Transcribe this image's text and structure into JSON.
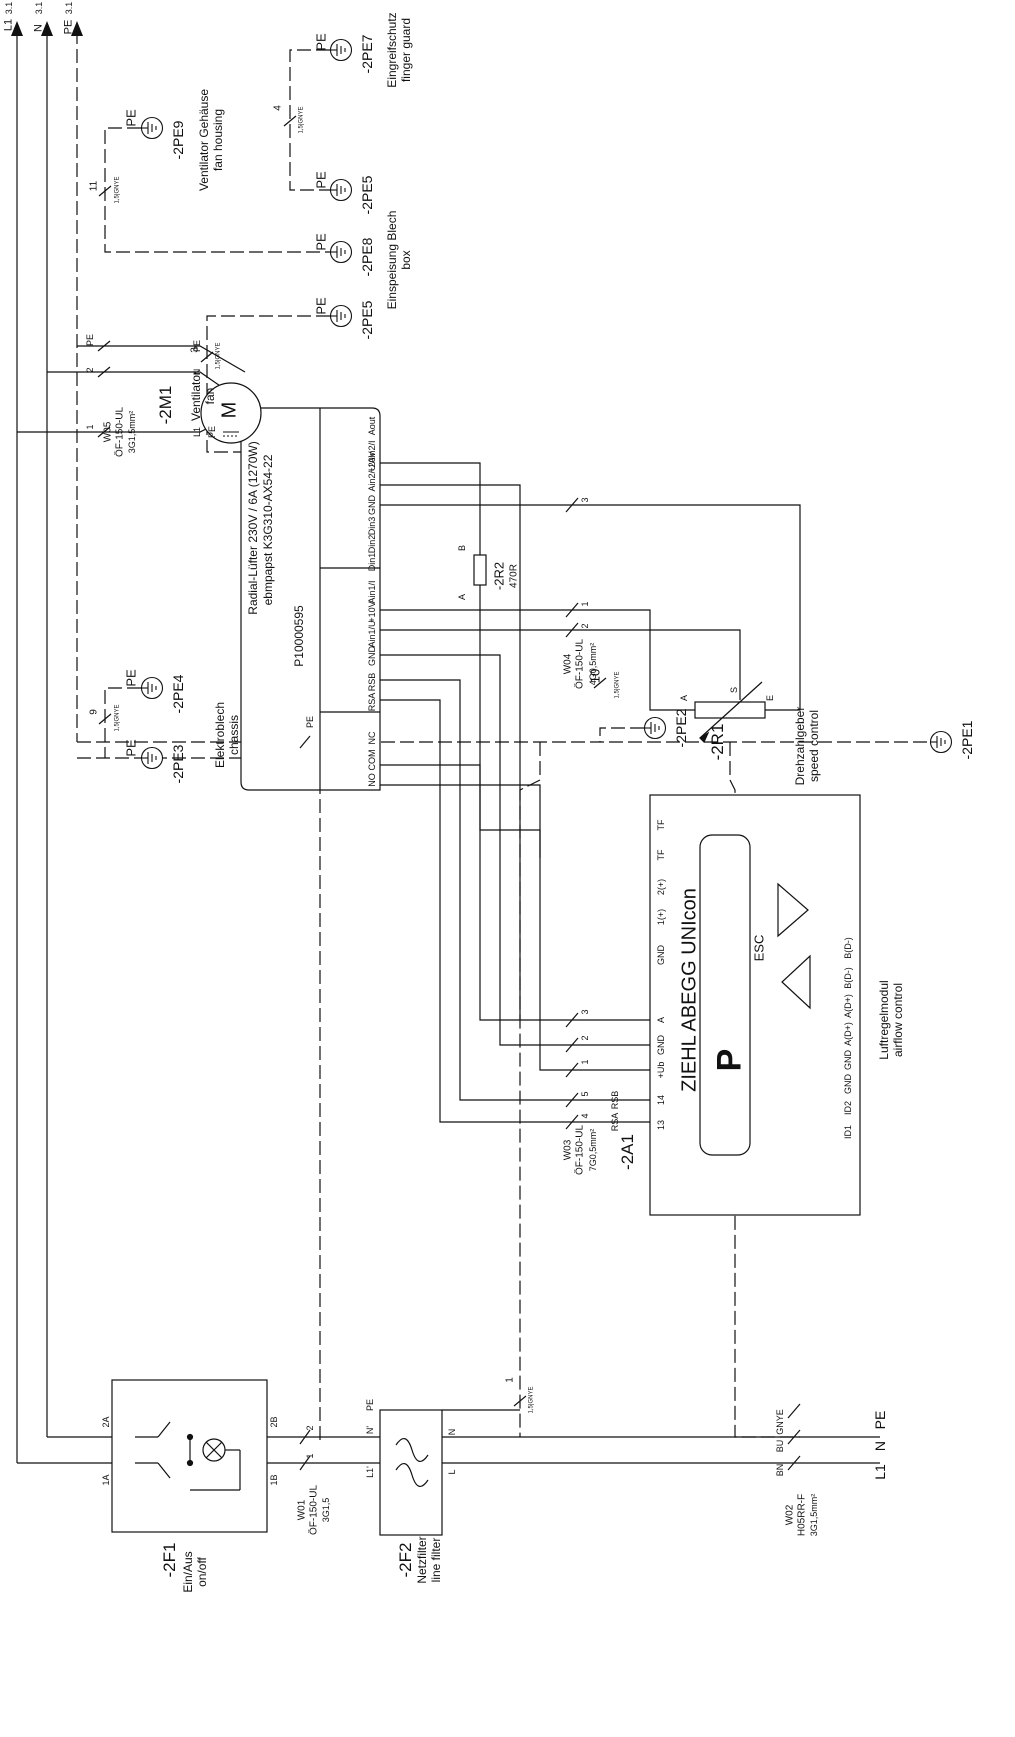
{
  "arrows": [
    {
      "name": "L1",
      "ref": "3.1"
    },
    {
      "name": "N",
      "ref": "3.1"
    },
    {
      "name": "PE",
      "ref": "3.1"
    }
  ],
  "earth": {
    "pe9": {
      "pe": "PE",
      "id": "-2PE9",
      "label_de": "Ventilator Gehäuse",
      "label_en": "fan housing"
    },
    "pe7": {
      "pe": "PE",
      "id": "-2PE7",
      "label_de": "Eingreifschutz",
      "label_en": "finger guard"
    },
    "pe5a": {
      "pe": "PE",
      "id": "-2PE5"
    },
    "pe8": {
      "pe": "PE",
      "id": "-2PE8",
      "label_de": "Einspeisung Blech",
      "label_en": "box"
    },
    "pe5b": {
      "pe": "PE",
      "id": "-2PE5"
    },
    "pe4": {
      "pe": "PE",
      "id": "-2PE4"
    },
    "pe3": {
      "pe": "PE",
      "id": "-2PE3",
      "label_de": "Elektroblech",
      "label_en": "chassis"
    },
    "pe2": {
      "id": "-2PE2"
    },
    "pe1": {
      "id": "-2PE1"
    }
  },
  "wire_tags": {
    "w11": {
      "num": "11",
      "type": "1,5|GNYE"
    },
    "w4": {
      "num": "4",
      "type": "1,5|GNYE"
    },
    "w3": {
      "num": "3",
      "type": "1,5|GNYE"
    },
    "w9": {
      "num": "9",
      "type": "1,5|GNYE"
    },
    "w10": {
      "num": "10",
      "type": "1,5|GNYE"
    },
    "w1": {
      "num": "1",
      "type": "1,5|GNYE"
    }
  },
  "fan": {
    "title": "Radial-Lüfter 230V / 6A (1270W)",
    "model": "ebmpapst K3G310-AX54-22",
    "part": "P10000595",
    "pe_mark": "PE",
    "terminals_top": [
      "Aout",
      "Ain2/I",
      "Ain2/U",
      "+20V",
      "GND",
      "Din3",
      "Din2",
      "Din1"
    ],
    "terminals_mid": [
      "Ain1/I",
      "+10V",
      "Ain1/U",
      "GND",
      "RSB",
      "RSA"
    ],
    "terminals_bot": [
      "NC",
      "COM",
      "NO"
    ],
    "motor_label": "M",
    "motor_pins": [
      "PE",
      "N",
      "L1"
    ],
    "id": "-2M1",
    "label_de": "Ventilator",
    "label_en": "fan"
  },
  "cable_w05": {
    "pins": [
      "PE",
      "2",
      "1"
    ],
    "name": "W05",
    "type": "ÖF-150-UL",
    "section": "3G1,5mm²"
  },
  "resistor_r2": {
    "pin_a": "A",
    "pin_b": "B",
    "id": "-2R2",
    "value": "470R"
  },
  "cable_w04": {
    "pins": [
      "3",
      "1",
      "2"
    ],
    "name": "W04",
    "type": "ÖF-150-UL",
    "section": "4G0,5mm²"
  },
  "pot_r1": {
    "pin_a": "A",
    "pin_s": "S",
    "pin_e": "E",
    "id": "-2R1",
    "label_de": "Drehzahlgeber",
    "label_en": "speed control"
  },
  "cable_w03": {
    "pins": [
      "3",
      "2",
      "1",
      "5",
      "4"
    ],
    "name": "W03",
    "type": "ÖF-150-UL",
    "section": "7G0,5mm²"
  },
  "controller": {
    "id": "-2A1",
    "brand": "ZIEHL ABEGG UNIcon",
    "key_p": "P",
    "key_esc": "ESC",
    "terminals_left": [
      "TF",
      "TF",
      "2(+)",
      "1(+)",
      "GND",
      "A",
      "GND",
      "+Ub",
      "14",
      "13",
      "RSB",
      "RSA"
    ],
    "terminals_right": [
      "B(D-)",
      "B(D-)",
      "A(D+)",
      "A(D+)",
      "GND",
      "GND",
      "ID2",
      "ID1"
    ],
    "label_de": "Luftregelmodul",
    "label_en": "airflow control"
  },
  "switch_f1": {
    "pins": [
      "2A",
      "2B",
      "1A",
      "1B"
    ],
    "id": "-2F1",
    "label_de": "Ein/Aus",
    "label_en": "on/off"
  },
  "cable_w01": {
    "pins": [
      "PE",
      "2",
      "1"
    ],
    "name": "W01",
    "type": "ÖF-150-UL",
    "section": "3G1,5"
  },
  "filter_f2": {
    "pin_n_out": "N'",
    "pin_pe": "PE",
    "pin_l_out": "L1'",
    "pin_n_in": "N",
    "pin_l_in": "L",
    "id": "-2F2",
    "label_de": "Netzfilter",
    "label_en": "line filter"
  },
  "cable_w02": {
    "pins": [
      "GNYE",
      "BU",
      "BN"
    ],
    "name": "W02",
    "type": "H05RR-F",
    "section": "3G1,5mm²"
  },
  "supply": {
    "pe": "PE",
    "n": "N",
    "l1": "L1"
  }
}
